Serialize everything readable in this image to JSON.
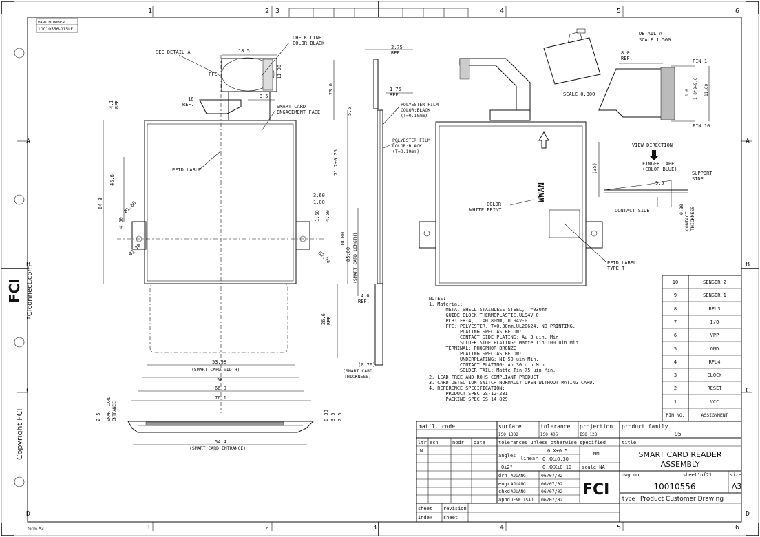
{
  "border": {
    "top_zones": [
      "1",
      "2",
      "3",
      "4",
      "5",
      "6"
    ],
    "bottom_zones": [
      "1",
      "2",
      "3",
      "4",
      "5",
      "6"
    ],
    "side_zones": [
      "A",
      "B",
      "C",
      "D"
    ],
    "form": "form A3"
  },
  "part_number": {
    "label": "PART NUMBER",
    "value": "10010556-015LF"
  },
  "side_text": {
    "brand": "FCI",
    "website": "FCIconnect.com",
    "copyright": "Copyright FCI"
  },
  "front_view": {
    "see_detail": "SEE DETAIL   A",
    "check_line": [
      "CHECK LINE",
      "COLOR BLACK"
    ],
    "engagement": [
      "SMART CARD",
      "ENGAGEMENT FACE"
    ],
    "pfid_label": "PFID LABLE",
    "ffc": "FFC",
    "dims": {
      "d185": "18.5",
      "d1100": "11.00",
      "d35": "3.5",
      "d230": "23.0",
      "d16": "16",
      "ref": "REF.",
      "d41": "4.1",
      "d55": "5.5",
      "d468": "46.8",
      "d643": "64.3",
      "d450": "4.50",
      "d160": "Ø1.60",
      "d270": "Ø2.70",
      "d360": "3.60",
      "d100": "1.00",
      "d160b": "1.60",
      "d450b": "4.50",
      "d1000": "10.00",
      "d717": "71.7±0.25",
      "d8560": "85.60",
      "len_label": "(SMART CARD LENGTH)",
      "d40": "4.0",
      "d266": "26.6",
      "d5398": "53.98",
      "width_label": "(SMART CARD WIDTH)",
      "d58": "58",
      "d660": "66.0",
      "d761": "76.1"
    }
  },
  "side_view": {
    "d275": "2.75",
    "d175": "1.75",
    "film1": [
      "POLYESTER FILM",
      "COLOR:BLACK",
      "(T=0.10mm)"
    ],
    "film2": [
      "POLYESTER FILM",
      "COLOR:BLACK",
      "(T=0.10mm)"
    ],
    "d076": "(0.76)",
    "thickness": [
      "(SMART CARD",
      "THICKNESS)"
    ]
  },
  "bottom_view": {
    "d25": "2.5",
    "entrance_side": [
      "SMART CARD",
      "ENTRANCE"
    ],
    "d544": "54.4",
    "entrance_label": "(SMART CARD ENTRANCE)",
    "d030": "0.30",
    "d35": "3.5",
    "d25b": "2.5"
  },
  "iso_view": {
    "scale": "SCALE  0.300"
  },
  "top_view": {
    "wwan": "WWAN",
    "color": [
      "COLOR",
      "WHITE PRINT"
    ],
    "d35": "(35)",
    "pfid": [
      "PFID LABEL",
      "TYPE T"
    ]
  },
  "detail": {
    "title": [
      "DETAIL   A",
      "SCALE  1.500"
    ],
    "d80": "8.0",
    "ref": "REF.",
    "pin1": "PIN 1",
    "pin10": "PIN 10",
    "d10": "1.0",
    "d1009": "1.0*9=9.0",
    "d1100": "11.00",
    "view_dir": "VIEW DIRECTION",
    "finger": [
      "FINGER TAPE",
      "(COLOR BLUE)"
    ],
    "support": [
      "SUPPORT",
      "SIDE"
    ],
    "d95": "9.5",
    "contact": "CONTACT SIDE",
    "d030": "0.30",
    "thickness": [
      "CONTACT",
      "THICKNESS"
    ]
  },
  "notes": [
    "NOTES:",
    "1. Material:",
    "      META. SHELL:STAINLESS STEEL, T=030mm",
    "      GUIDE BLOCK:THERMOPLASTIC,UL94V-0.",
    "      PCB: FR-4,  T=0.80mm, UL94V-0.",
    "      FFC: POLYESTER, T=0.30mm,UL20624, NO PRINTING.",
    "           PLATING SPEC AS BELOW:",
    "           CONTACT SIDE PLATING: Au 3 uin. Min.",
    "           SOLDER SIDE PLATING: Matte Tin 100 uin Min.",
    "      TERMINAL: PHOSPHOR BRONZE",
    "           PLATING SPEC AS BELOW:",
    "           UNDERPLATING: NI 50 uin Min.",
    "           CONTACT PLATING: Au 30 uin Min.",
    "           SOLDER TAIL: Matte Tin 75 uin Min.",
    "2. LEAD FREE AND ROHS COMPLIANT PRODUCT.",
    "3. CARD DETECTION SWITCH NORMALLY OPEN WITHOUT MATING CARD.",
    "4. REFERENCE SPECIFICATION:",
    "      PRODUCT SPEC:GS-12-231.",
    "      PACKING SPEC:GS-14-829."
  ],
  "pin_table": {
    "header": [
      "PIN NO.",
      "ASSIGNMENT"
    ],
    "rows": [
      [
        "10",
        "SENSOR 2"
      ],
      [
        "9",
        "SENSOR 1"
      ],
      [
        "8",
        "RFU3"
      ],
      [
        "7",
        "I/O"
      ],
      [
        "6",
        "VPP"
      ],
      [
        "5",
        "GND"
      ],
      [
        "4",
        "RFU4"
      ],
      [
        "3",
        "CLOCK"
      ],
      [
        "2",
        "RESET"
      ],
      [
        "1",
        "VCC"
      ]
    ]
  },
  "title_block": {
    "matl_code": "mat'l. code",
    "surface": "surface",
    "surface_val": "ISO 1302",
    "tolerance": "tolerance",
    "tolerance_val": "ISO 406",
    "projection": "projection",
    "projection_val": "ISO 128",
    "product_family": "product family",
    "product_family_val": "95",
    "ltr": "ltr",
    "ecn": "ecn",
    "nodr": "nodr",
    "date": "date",
    "unless": "tolerances unless otherwise specified",
    "title_label": "title",
    "rev_ltr": "W",
    "angles": "angles",
    "angles_val": "0±2°",
    "linear": "linear",
    "tol1": "0.X±0.5",
    "tol2": "0.XX±0.30",
    "tol3": "0.XXX±0.10",
    "units": "MM",
    "scale": "scale NA",
    "title": [
      "SMART CARD READER",
      "ASSEMBLY"
    ],
    "dwg_no": "dwg no",
    "sheet_of": "sheet1of21",
    "size": "size",
    "size_val": "A3",
    "dwg_val": "10010556",
    "drn": "drn",
    "engr": "engr",
    "chkd": "chkd",
    "appd": "appd",
    "drn_name": "AJUANG",
    "engr_name": "AJUANG",
    "chkd_name": "AJUANG",
    "appd_name": "JENN.TSAO",
    "drn_date": "06/07/02",
    "engr_date": "06/07/02",
    "chkd_date": "06/07/02",
    "appd_date": "06/07/02",
    "logo": "FCI",
    "type": "type",
    "type_val": "Product Customer Drawing",
    "sheet": "sheet",
    "revision": "revision",
    "index": "index",
    "sheet2": "sheet"
  }
}
